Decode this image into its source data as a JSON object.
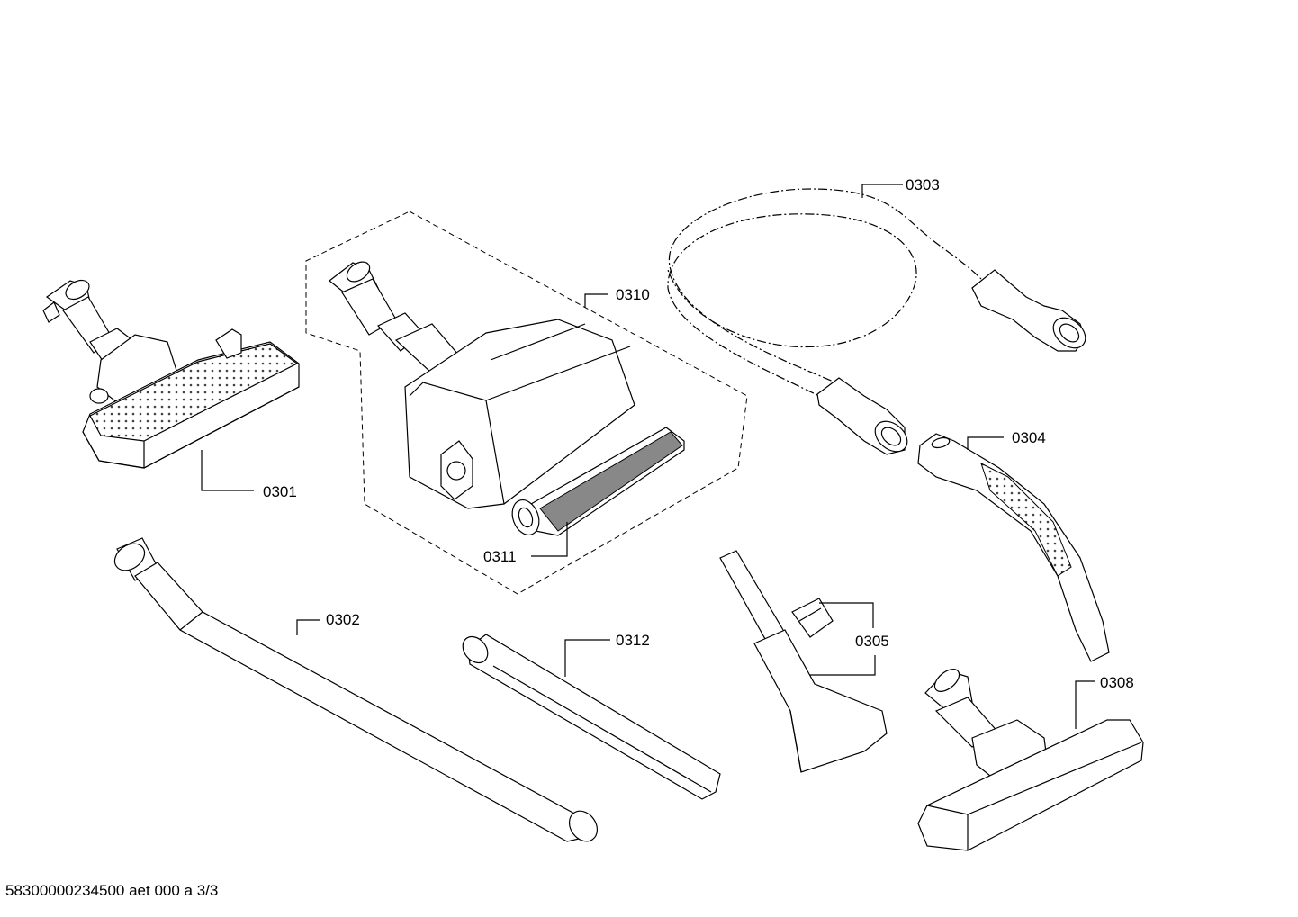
{
  "parts": [
    {
      "id": "p0301",
      "label": "0301"
    },
    {
      "id": "p0302",
      "label": "0302"
    },
    {
      "id": "p0303",
      "label": "0303"
    },
    {
      "id": "p0304",
      "label": "0304"
    },
    {
      "id": "p0305",
      "label": "0305"
    },
    {
      "id": "p0308",
      "label": "0308"
    },
    {
      "id": "p0310",
      "label": "0310"
    },
    {
      "id": "p0311",
      "label": "0311"
    },
    {
      "id": "p0312",
      "label": "0312"
    }
  ],
  "footer": {
    "doc_code": "58300000234500 aet 000 a 3/3"
  }
}
